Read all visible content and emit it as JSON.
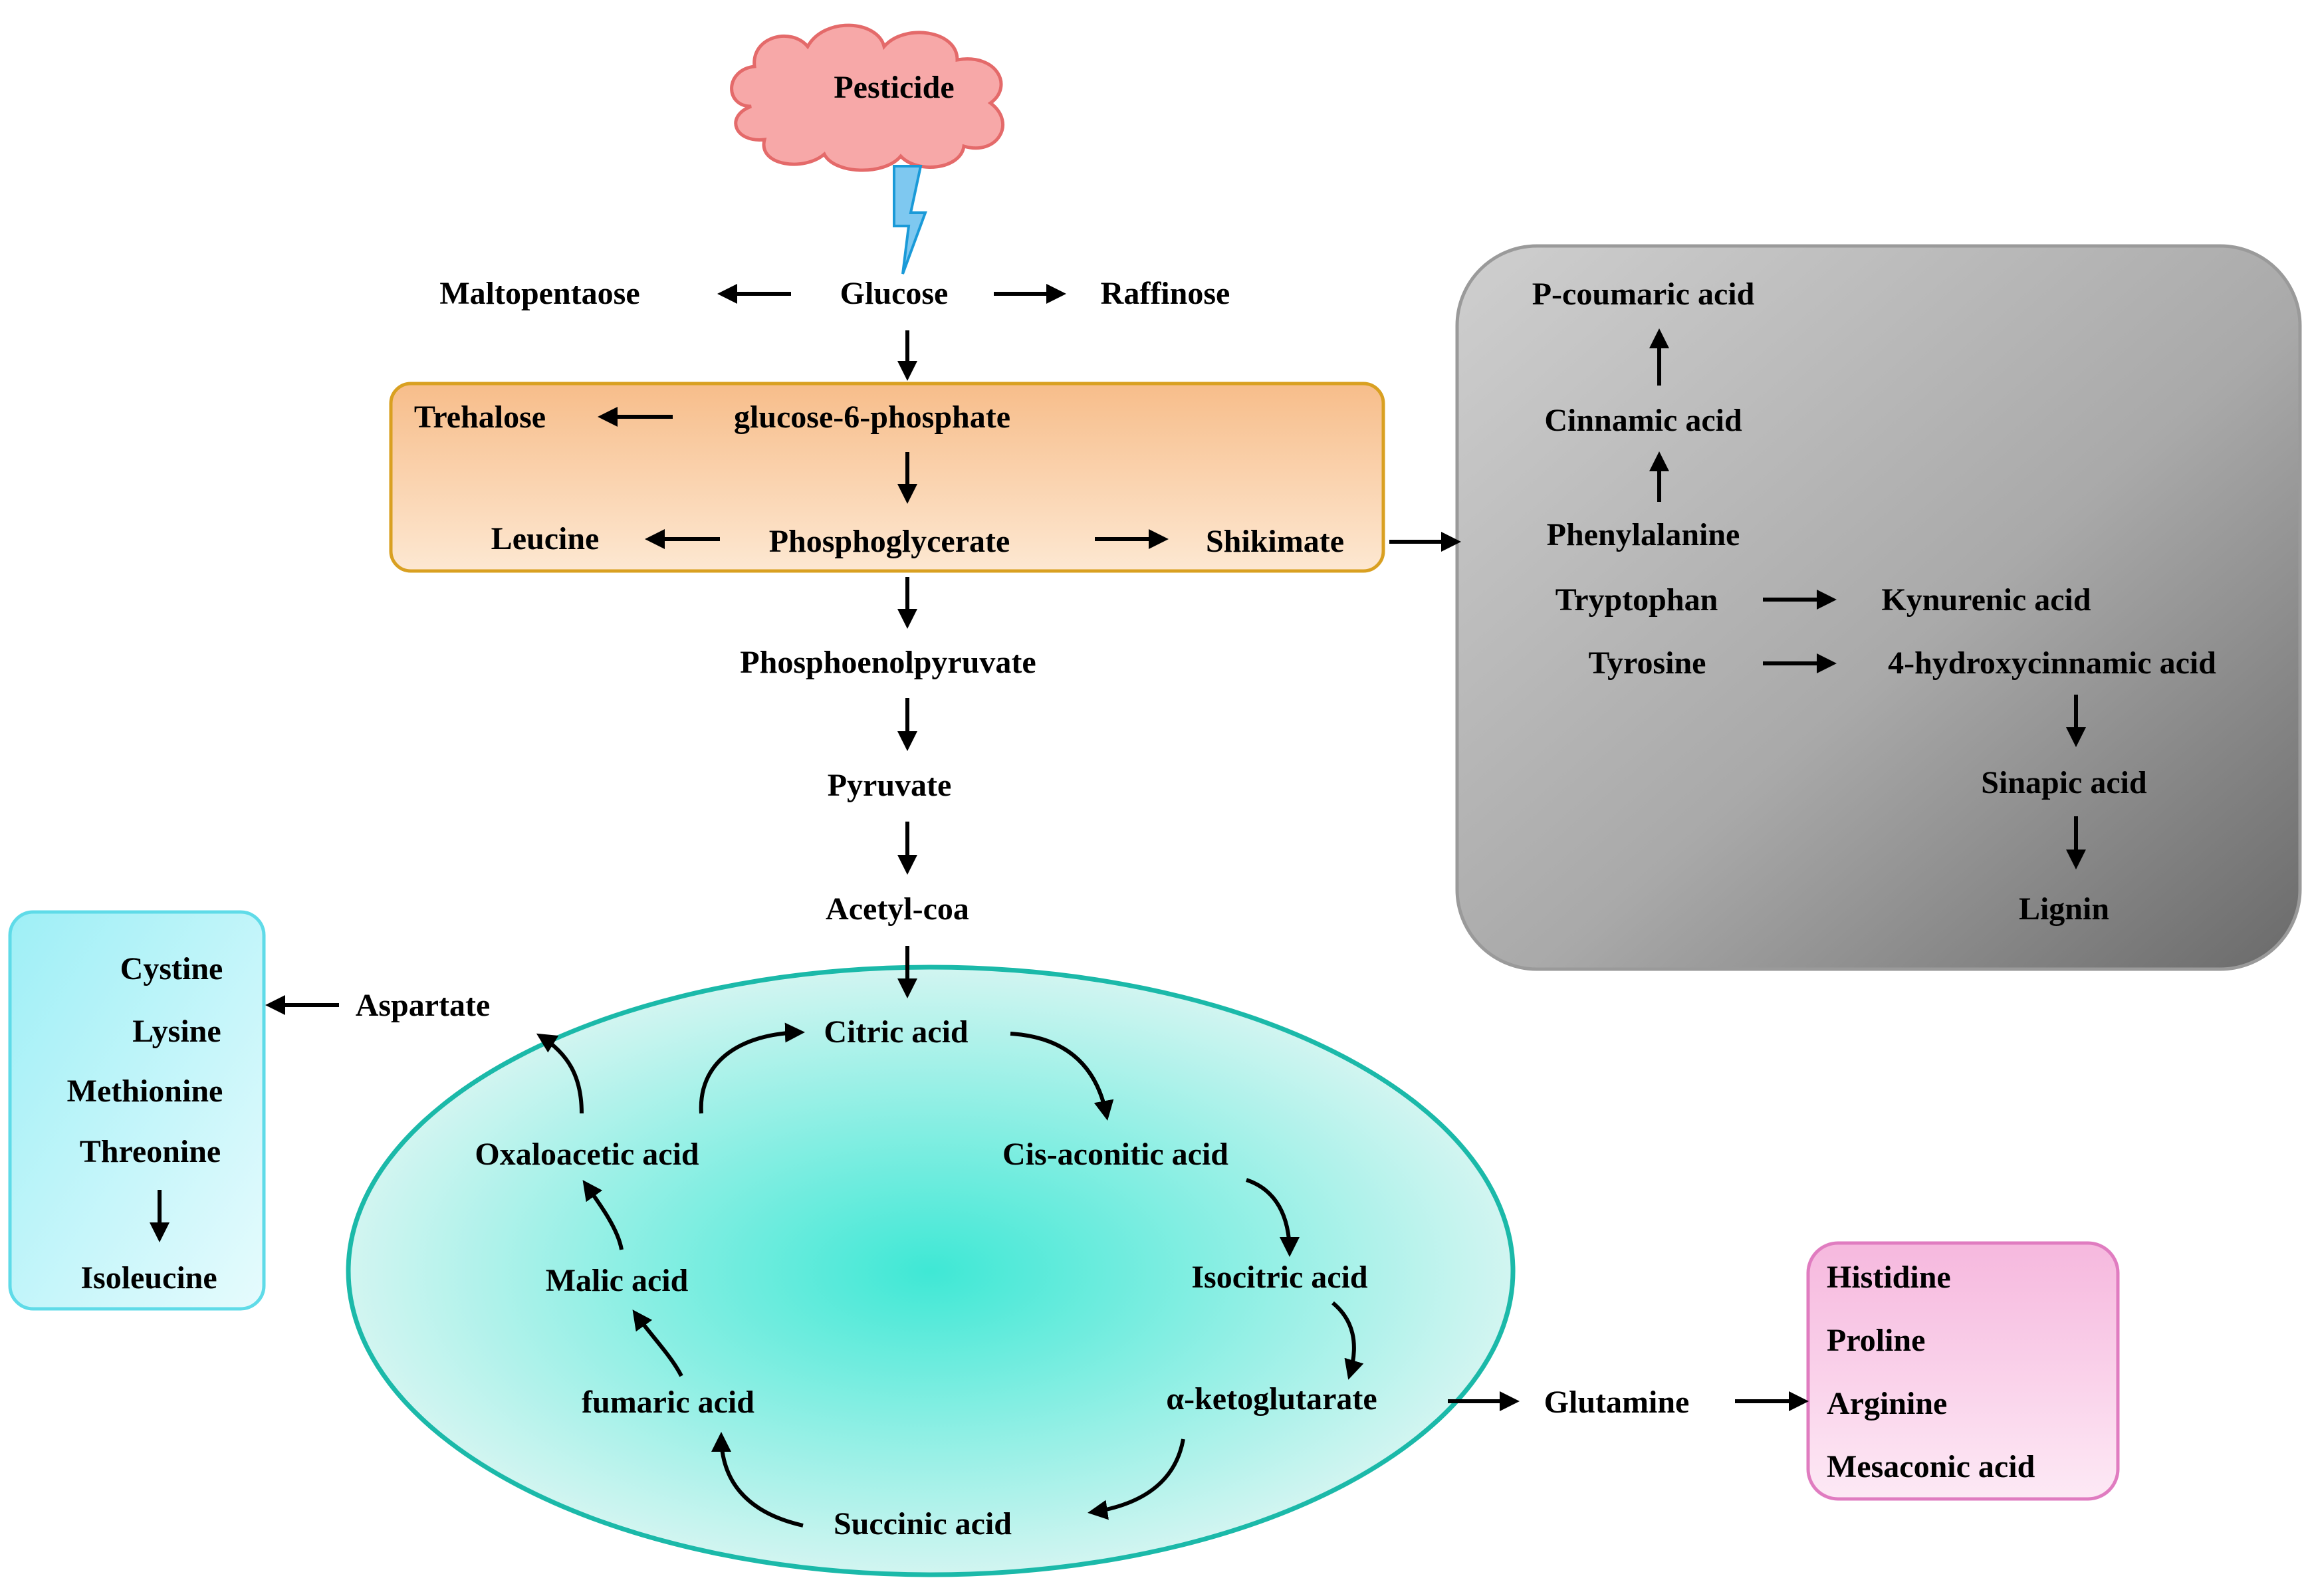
{
  "colors": {
    "cloud_fill": "#f6a5a5",
    "cloud_stroke": "#e46a6a",
    "lightning_fill": "#7ec8f0",
    "lightning_stroke": "#1a9ad8",
    "orange_box_fill": "#f9c99c",
    "orange_box_stroke": "#d9a021",
    "gray_box_dark": "#6e6e6e",
    "gray_box_light": "#c8c8c8",
    "gray_box_stroke": "#9a9a9a",
    "ellipse_center": "#3ee8d4",
    "ellipse_edge": "#c8f3ee",
    "ellipse_stroke": "#1bb9a9",
    "cyan_box_fill": "#aef2f8",
    "cyan_box_stroke": "#5fdbe8",
    "pink_box_fill": "#f7c0e2",
    "pink_box_stroke": "#e07cc0",
    "arrow": "#000000"
  },
  "stressor": "Pesticide",
  "sugars": {
    "glucose": "Glucose",
    "maltopentaose": "Maltopentaose",
    "raffinose": "Raffinose"
  },
  "glycolysis_box": {
    "g6p": "glucose-6-phosphate",
    "trehalose": "Trehalose",
    "phosphoglycerate": "Phosphoglycerate",
    "leucine": "Leucine",
    "shikimate": "Shikimate"
  },
  "main_chain": {
    "pep": "Phosphoenolpyruvate",
    "pyruvate": "Pyruvate",
    "acetyl_coa": "Acetyl-coa"
  },
  "aromatic_box": {
    "p_coumaric": "P-coumaric acid",
    "cinnamic": "Cinnamic acid",
    "phenylalanine": "Phenylalanine",
    "tryptophan": "Tryptophan",
    "kynurenic": "Kynurenic acid",
    "tyrosine": "Tyrosine",
    "hydroxycinnamic": "4-hydroxycinnamic acid",
    "sinapic": "Sinapic acid",
    "lignin": "Lignin"
  },
  "tca_cycle": {
    "citric": "Citric acid",
    "cis_aconitic": "Cis-aconitic acid",
    "isocitric": "Isocitric acid",
    "ketoglutarate": "α-ketoglutarate",
    "succinic": "Succinic acid",
    "fumaric": "fumaric acid",
    "malic": "Malic acid",
    "oxaloacetic": "Oxaloacetic acid"
  },
  "aspartate_branch": {
    "aspartate": "Aspartate",
    "cystine": "Cystine",
    "lysine": "Lysine",
    "methionine": "Methionine",
    "threonine": "Threonine",
    "isoleucine": "Isoleucine"
  },
  "glutamine_branch": {
    "glutamine": "Glutamine",
    "histidine": "Histidine",
    "proline": "Proline",
    "arginine": "Arginine",
    "mesaconic": "Mesaconic acid"
  }
}
